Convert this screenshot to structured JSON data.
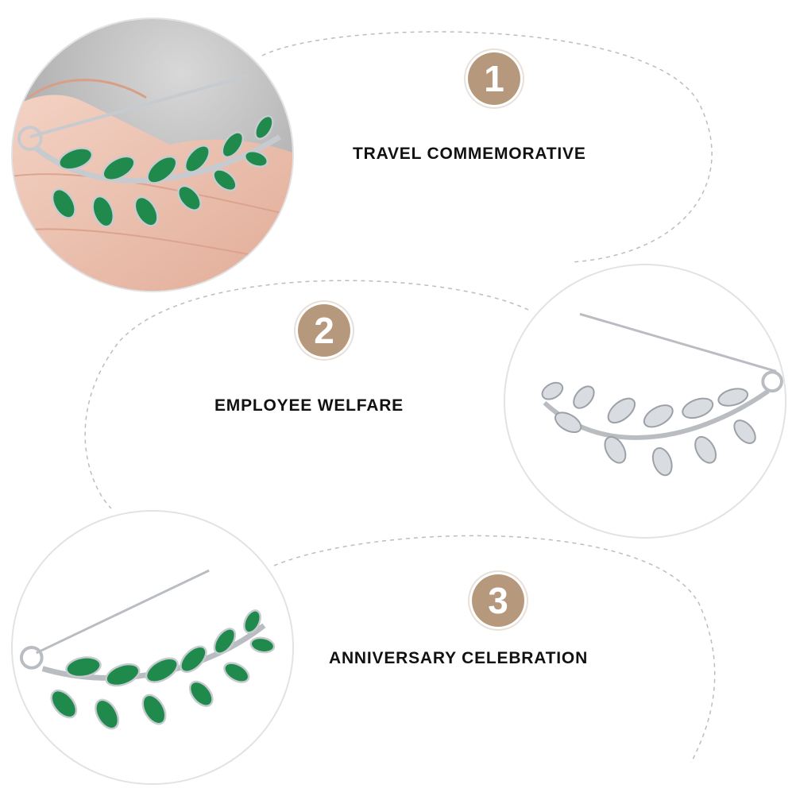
{
  "features": [
    {
      "number": "1",
      "label": "TRAVEL COMMEMORATIVE",
      "photo_icon": "green-leaf-brooch-in-hand"
    },
    {
      "number": "2",
      "label": "EMPLOYEE WELFARE",
      "photo_icon": "silver-leaf-brooch"
    },
    {
      "number": "3",
      "label": "ANNIVERSARY CELEBRATION",
      "photo_icon": "green-leaf-brooch"
    }
  ],
  "colors": {
    "badge": "#b6997d",
    "leaf_green": "#1f8a4c",
    "silver": "#c9cdd2",
    "dash": "#bdbdbd",
    "label_text": "#111111"
  }
}
